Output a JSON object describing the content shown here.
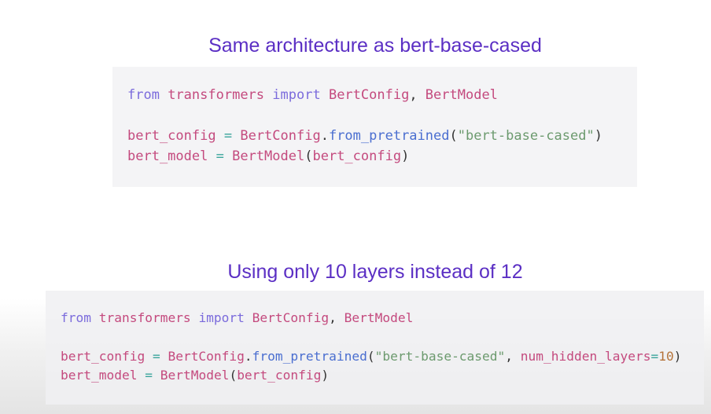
{
  "sections": [
    {
      "title": "Same architecture as bert-base-cased",
      "lines": [
        [
          [
            "kw",
            "from"
          ],
          [
            "p",
            " "
          ],
          [
            "id",
            "transformers"
          ],
          [
            "p",
            " "
          ],
          [
            "kw",
            "import"
          ],
          [
            "p",
            " "
          ],
          [
            "id",
            "BertConfig"
          ],
          [
            "p",
            ", "
          ],
          [
            "id",
            "BertModel"
          ]
        ],
        [
          [
            "id",
            "bert_config"
          ],
          [
            "p",
            " "
          ],
          [
            "op",
            "="
          ],
          [
            "p",
            " "
          ],
          [
            "id",
            "BertConfig"
          ],
          [
            "p",
            "."
          ],
          [
            "fn",
            "from_pretrained"
          ],
          [
            "p",
            "("
          ],
          [
            "str",
            "\"bert-base-cased\""
          ],
          [
            "p",
            ")"
          ]
        ],
        [
          [
            "id",
            "bert_model"
          ],
          [
            "p",
            " "
          ],
          [
            "op",
            "="
          ],
          [
            "p",
            " "
          ],
          [
            "id",
            "BertModel"
          ],
          [
            "p",
            "("
          ],
          [
            "id",
            "bert_config"
          ],
          [
            "p",
            ")"
          ]
        ]
      ]
    },
    {
      "title": "Using only 10 layers instead of 12",
      "lines": [
        [
          [
            "kw",
            "from"
          ],
          [
            "p",
            " "
          ],
          [
            "id",
            "transformers"
          ],
          [
            "p",
            " "
          ],
          [
            "kw",
            "import"
          ],
          [
            "p",
            " "
          ],
          [
            "id",
            "BertConfig"
          ],
          [
            "p",
            ", "
          ],
          [
            "id",
            "BertModel"
          ]
        ],
        [
          [
            "id",
            "bert_config"
          ],
          [
            "p",
            " "
          ],
          [
            "op",
            "="
          ],
          [
            "p",
            " "
          ],
          [
            "id",
            "BertConfig"
          ],
          [
            "p",
            "."
          ],
          [
            "fn",
            "from_pretrained"
          ],
          [
            "p",
            "("
          ],
          [
            "str",
            "\"bert-base-cased\""
          ],
          [
            "p",
            ", "
          ],
          [
            "id",
            "num_hidden_layers"
          ],
          [
            "op",
            "="
          ],
          [
            "num",
            "10"
          ],
          [
            "p",
            ")"
          ]
        ],
        [
          [
            "id",
            "bert_model"
          ],
          [
            "p",
            " "
          ],
          [
            "op",
            "="
          ],
          [
            "p",
            " "
          ],
          [
            "id",
            "BertModel"
          ],
          [
            "p",
            "("
          ],
          [
            "id",
            "bert_config"
          ],
          [
            "p",
            ")"
          ]
        ]
      ]
    }
  ]
}
